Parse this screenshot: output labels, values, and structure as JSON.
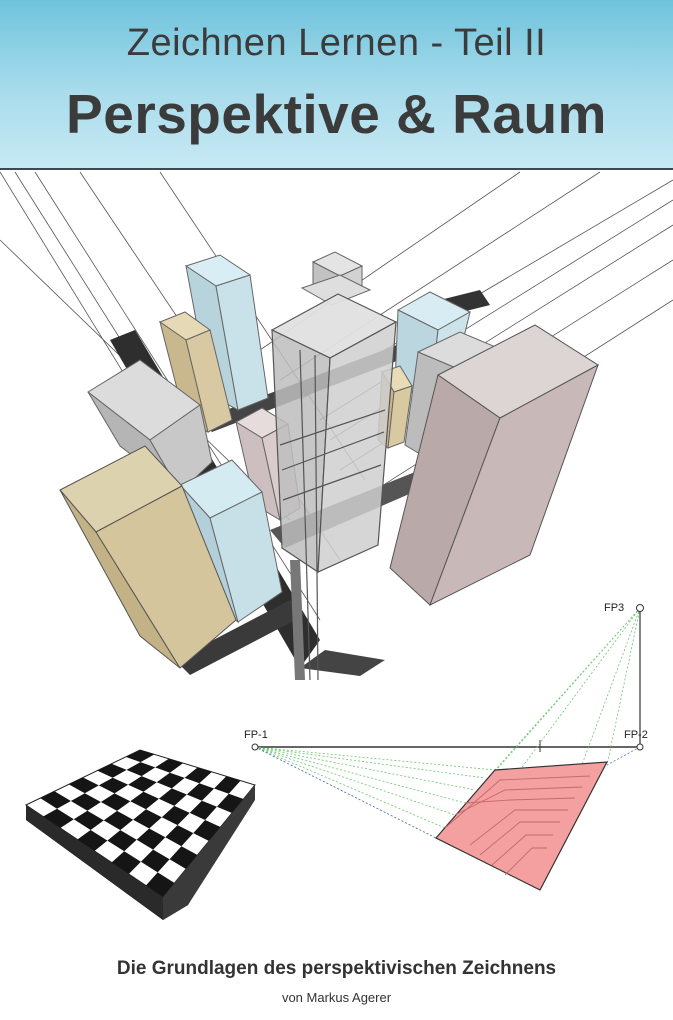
{
  "cover": {
    "subtitle": "Zeichnen Lernen - Teil II",
    "title": "Perspektive & Raum",
    "tagline": "Die Grundlagen des perspektivischen Zeichnens",
    "author": "von Markus Agerer"
  },
  "diagram": {
    "vp_left": "FP-1",
    "vp_right": "FP-2",
    "vp_top": "FP3"
  },
  "colors": {
    "header_top": "#6fc3dc",
    "header_bottom": "#c7e9f3",
    "text": "#3b3b3b",
    "stairs": "#f4a0a0",
    "guide_lines": "#7fcf7f"
  }
}
